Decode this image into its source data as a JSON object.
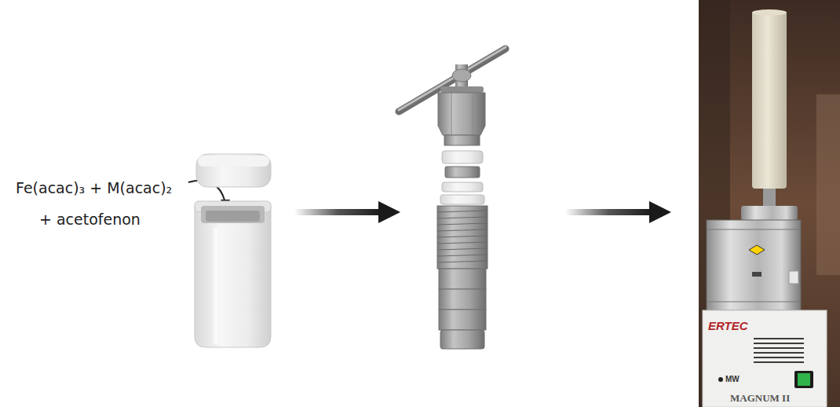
{
  "diagram": {
    "labels": [
      "Fe(acac)₃ + M(acac)₂",
      "+ acetofenon",
      "ERTEC",
      "MW",
      "MAGNUM II"
    ]
  }
}
